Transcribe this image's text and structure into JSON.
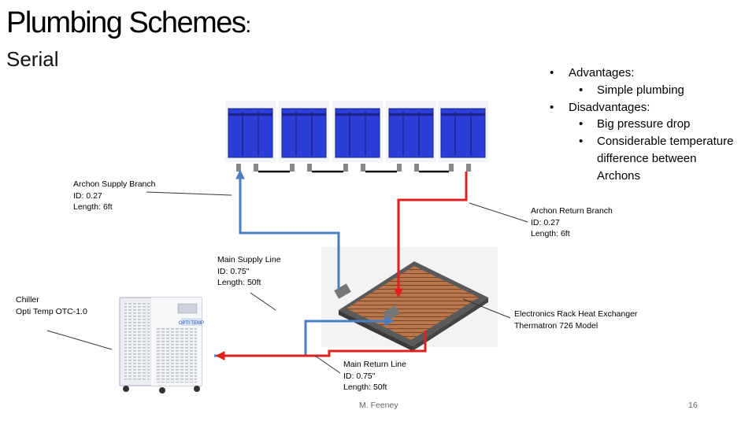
{
  "slide": {
    "title": "Plumbing Schemes",
    "title_colon": ":",
    "subtitle": "Serial",
    "bullets": {
      "advantages": "Advantages:",
      "adv_items": [
        "Simple plumbing"
      ],
      "disadvantages": "Disadvantages:",
      "dis_items": [
        "Big pressure drop",
        "Considerable temperature"
      ],
      "dis_cont": [
        "difference between",
        "Archons"
      ]
    },
    "labels": {
      "supply_branch": [
        "Archon Supply Branch",
        "ID: 0.27",
        "Length: 6ft"
      ],
      "return_branch": [
        "Archon Return Branch",
        "ID: 0.27",
        "Length: 6ft"
      ],
      "main_supply": [
        "Main Supply Line",
        "ID: 0.75\"",
        "Length: 50ft"
      ],
      "chiller": [
        "Chiller",
        "Opti Temp OTC-1.0"
      ],
      "heat_exchanger": [
        "Electronics Rack Heat Exchanger",
        "Thermatron 726 Model"
      ],
      "main_return": [
        "Main Return Line",
        "ID: 0.75\"",
        "Length: 50ft"
      ]
    },
    "chiller_brand": "OPTI TEMP",
    "author": "M. Feeney",
    "page_number": "16",
    "colors": {
      "supply": "#4a7ebf",
      "return": "#e02020",
      "archon": "#2b3fd8"
    }
  }
}
